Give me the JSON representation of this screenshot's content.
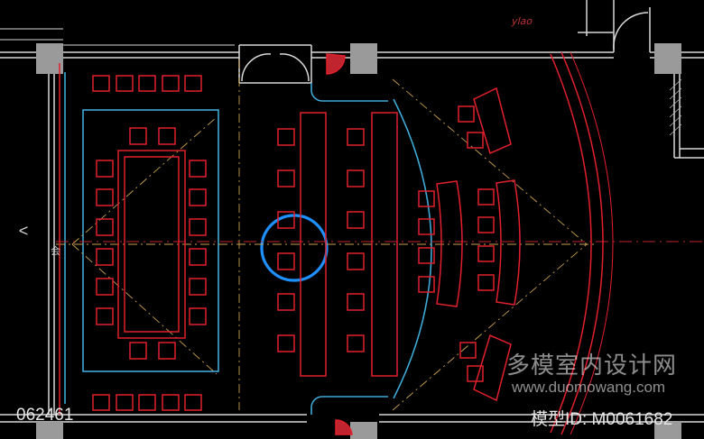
{
  "viewer": {
    "prev_arrow": "<",
    "image_number": "062461",
    "model_id": "模型ID: M0061682"
  },
  "watermark": {
    "title": "多模室内设计网",
    "url": "www.duomowang.com"
  },
  "drawing": {
    "side_label": "会",
    "top_note": "ylao",
    "highlight_color": "#1e90ff",
    "colors": {
      "wall": "#d8d8d8",
      "furniture": "#e0202c",
      "zone": "#3fa9d6",
      "axis": "#c8a050"
    }
  }
}
